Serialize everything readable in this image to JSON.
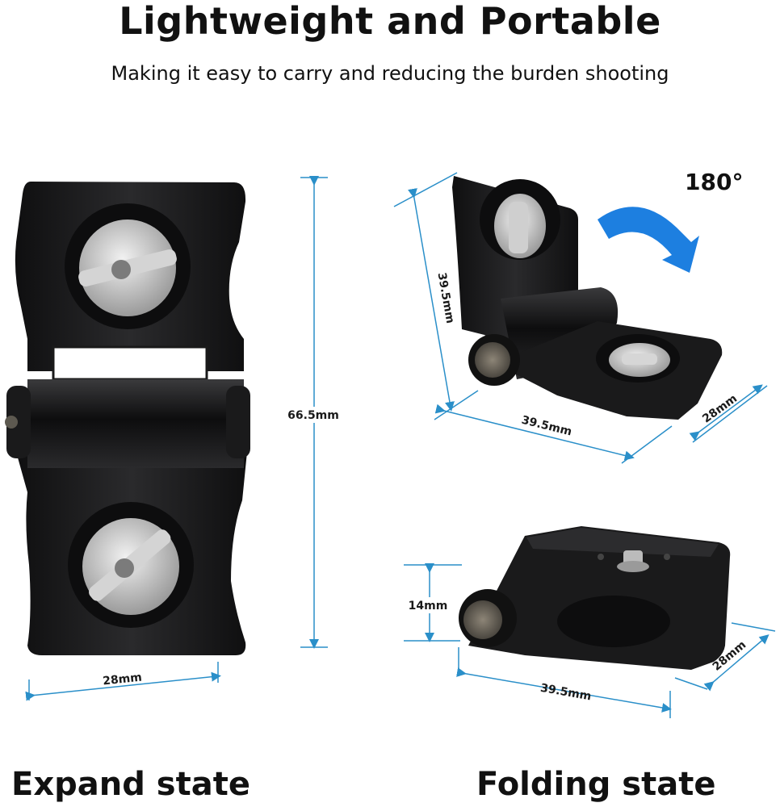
{
  "header": {
    "title": "Lightweight and Portable",
    "subtitle": "Making it easy to carry and reducing the burden shooting"
  },
  "expand": {
    "label": "Expand state",
    "height_dim": "66.5mm",
    "width_dim": "28mm"
  },
  "folding_open": {
    "rotation": "180°",
    "height_dim": "39.5mm",
    "length_dim": "39.5mm",
    "width_dim": "28mm"
  },
  "folding_closed": {
    "height_dim": "14mm",
    "length_dim": "39.5mm",
    "width_dim": "28mm"
  },
  "folding_label": "Folding state",
  "colors": {
    "dimension_line": "#2a8fc9",
    "arrow": "#1d7fe0",
    "metal": "#1c1c1e",
    "screw": "#c9c9c9"
  }
}
